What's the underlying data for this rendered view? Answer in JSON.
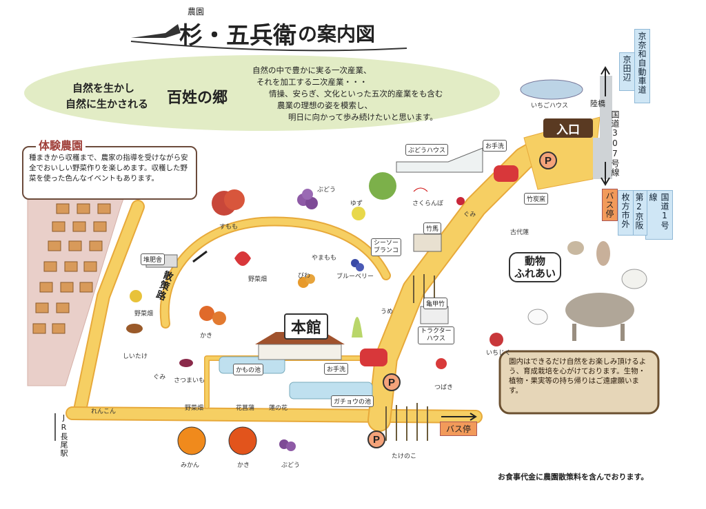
{
  "title": {
    "small": "農園",
    "name": "杉・五兵衛",
    "suffix": "の案内図"
  },
  "slogan": {
    "line1": "自然を生かし",
    "line2": "自然に生かされる",
    "highlight": "百姓の郷"
  },
  "intro": [
    "自然の中で豊かに実る一次産業、",
    "それを加工する二次産業・・・",
    "情操、安らぎ、文化といった五次的産業をも含む",
    "農業の理想の姿を模索し、",
    "明日に向かって歩み続けたいと思います。"
  ],
  "experience": {
    "title": "体験農園",
    "text": "種まきから収穫まで、農家の指導を受けながら安全でおいしい野菜作りを楽しめます。収穫した野菜を使った色んなイベントもあります。"
  },
  "roads": {
    "entrance": "入口",
    "bus_stop_right": "バス停",
    "bus_stop_bottom": "バス停",
    "route307": "国道307号線",
    "route1": "国道1号線",
    "daini_keihan": "第2京阪",
    "hirakata": "枚方市外",
    "keinawa": "京奈和自動車道",
    "kyotanabe": "京田辺",
    "rikkyo": "陸橋",
    "jr_station": "JR長尾駅"
  },
  "areas": {
    "honkan": "本館",
    "animals_line1": "動物",
    "animals_line2": "ふれあい",
    "sanpomichi": "散策路",
    "parking": "P"
  },
  "labels": {
    "budou_house": "ぶどうハウス",
    "otearai1": "お手洗",
    "otearai2": "お手洗",
    "ichigo_house": "いちごハウス",
    "taihisha": "堆肥舎",
    "chikutan": "竹炭窯",
    "kodaihasu": "古代蓮",
    "chikuma": "竹馬",
    "seesaw": "シーソー\nブランコ",
    "kamonoike": "かもの池",
    "gachounoike": "ガチョウの池",
    "kabutomushi": "亀甲竹",
    "tractor": "トラクター\nハウス",
    "hanashoubu": "花菖蒲",
    "hasunohana": "蓮の花",
    "yasaibatake1": "野菜畑",
    "yasaibatake2": "野菜畑",
    "yasaibatake3": "野菜畑"
  },
  "produce": {
    "budou1": "ぶどう",
    "budou2": "ぶどう",
    "sumomo": "すもも",
    "yuzu": "ゆず",
    "sakuranbo": "さくらんぼ",
    "gumi1": "ぐみ",
    "gumi2": "ぐみ",
    "yamamomo": "やまもも",
    "biwa": "びわ",
    "blueberry": "ブルーベリー",
    "ume": "うめ",
    "kaki1": "かき",
    "kaki2": "かき",
    "shiitake": "しいたけ",
    "satsumaimo": "さつまいも",
    "renkon": "れんこん",
    "mikan": "みかん",
    "takenoko": "たけのこ",
    "tsubaki": "つばき",
    "ichijiku": "いちじく"
  },
  "notice_board": "園内はできるだけ自然をお楽しみ頂けるよう、育成栽培を心がけております。生物・植物・果実等の持ち帰りはご遠慮願います。",
  "footer": "お食事代金に農園散策料を含んでおります。",
  "colors": {
    "road": "#f6cf63",
    "road_edge": "#e7a93a",
    "banner": "#e2ecc5",
    "honkan_sign": "#ffffff",
    "bus": "#f29a5a",
    "blue_box": "#cfe6f5"
  }
}
